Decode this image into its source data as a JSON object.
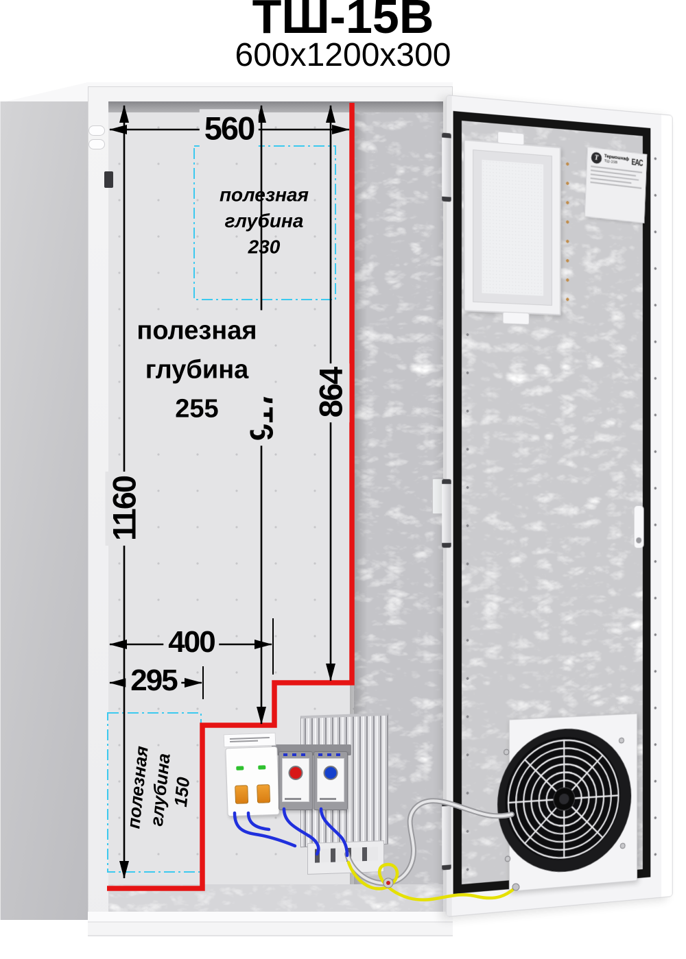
{
  "page": {
    "title": "ТШ-15В",
    "subtitle": "600х1200х300"
  },
  "dims": {
    "top_width": "560",
    "left_height": "1160",
    "mid_height": "917",
    "right_height": "864",
    "bottom_width": "400",
    "bottom_small_width": "295"
  },
  "zones": {
    "top": {
      "l1": "полезная",
      "l2": "глубина",
      "l3": "230"
    },
    "mid": {
      "l1": "полезная",
      "l2": "глубина",
      "l3": "255"
    },
    "bottom": {
      "l1": "полезная",
      "l2": "глубина",
      "l3": "150"
    }
  },
  "nameplate": {
    "logo_glyph": "Т",
    "brand": "Термошкаф",
    "model": "ТШ-15В",
    "cert": "EAC"
  },
  "colors": {
    "dim_line": "#000000",
    "usable_outline": "#e61414",
    "depth_outline": "#3cc9ef",
    "wire_blue": "#2030dd",
    "wire_ground_yellow": "#e5e000",
    "cable_gray": "#9a9a9e",
    "cable_gray_light": "#e6e6e8",
    "stud_red": "#cc2020",
    "knob_red": "#d81818",
    "knob_blue": "#1440cc"
  }
}
